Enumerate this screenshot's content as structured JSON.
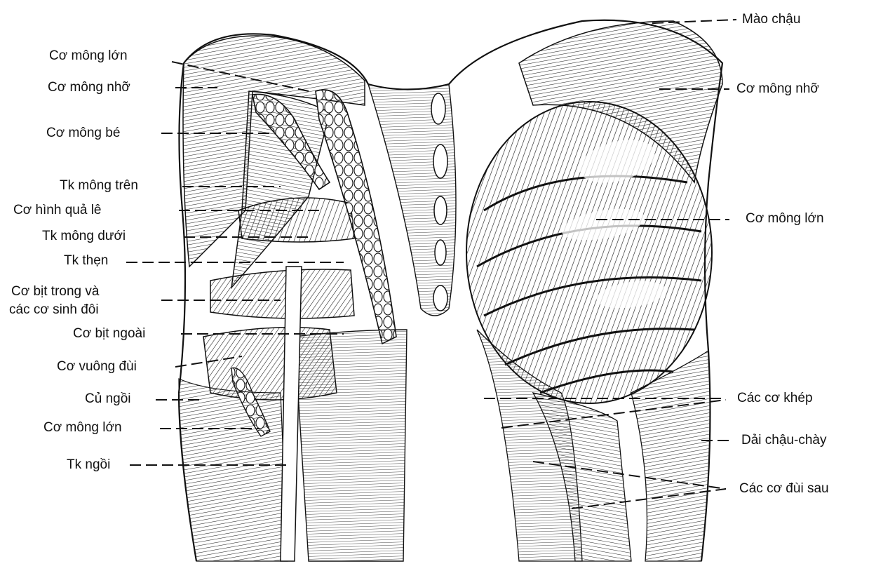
{
  "figure": {
    "ink_color": "#1a1a1a",
    "background": "#ffffff"
  },
  "labels_left": [
    {
      "id": "l1",
      "text": "Cơ mông lớn"
    },
    {
      "id": "l2",
      "text": "Cơ mông nhỡ"
    },
    {
      "id": "l3",
      "text": "Cơ mông bé"
    },
    {
      "id": "l4",
      "text": "Tk mông trên"
    },
    {
      "id": "l5",
      "text": "Cơ hình quả lê"
    },
    {
      "id": "l6",
      "text": "Tk mông dưới"
    },
    {
      "id": "l7",
      "text": "Tk thẹn"
    },
    {
      "id": "l8",
      "text": "Cơ bịt trong và"
    },
    {
      "id": "l8b",
      "text": "các cơ sinh đôi"
    },
    {
      "id": "l9",
      "text": "Cơ bịt ngoài"
    },
    {
      "id": "l10",
      "text": "Cơ vuông đùi"
    },
    {
      "id": "l11",
      "text": "Củ ngồi"
    },
    {
      "id": "l12",
      "text": "Cơ mông lớn"
    },
    {
      "id": "l13",
      "text": "Tk ngồi"
    }
  ],
  "labels_right": [
    {
      "id": "r1",
      "text": "Mào chậu"
    },
    {
      "id": "r2",
      "text": "Cơ mông nhỡ"
    },
    {
      "id": "r3",
      "text": "Cơ mông lớn"
    },
    {
      "id": "r4",
      "text": "Các cơ khép"
    },
    {
      "id": "r5",
      "text": "Dải chậu-chày"
    },
    {
      "id": "r6",
      "text": "Các cơ đùi sau"
    }
  ]
}
